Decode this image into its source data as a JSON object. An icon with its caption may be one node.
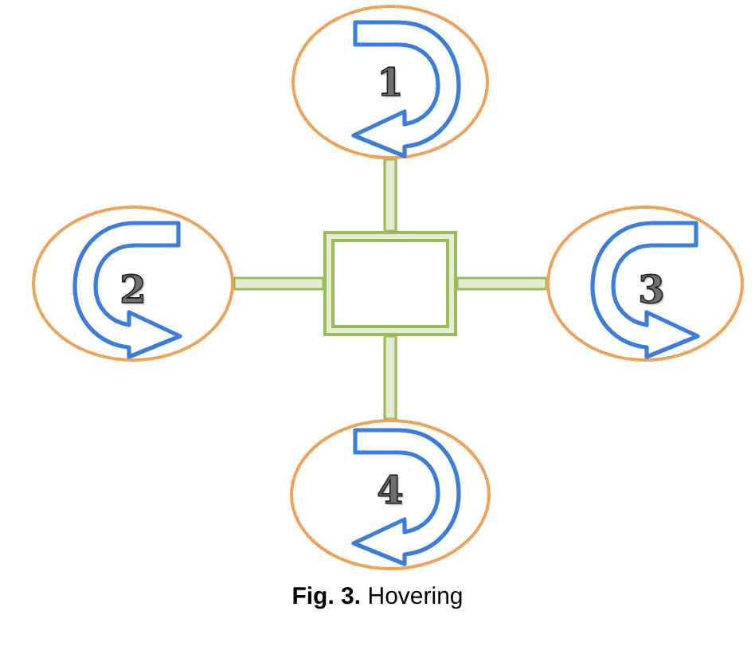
{
  "diagram": {
    "caption": "**Fig. 3.** Hovering",
    "nodes": [
      {
        "text": [
          "1"
        ]
      },
      {
        "text": [
          "2"
        ]
      },
      {
        "text": [],
        "shape": "box"
      },
      {
        "text": [
          "3"
        ]
      },
      {
        "text": [
          "4"
        ]
      }
    ],
    "edges": [
      {
        "from": 2,
        "to": 0,
        "arrow": "none"
      },
      {
        "from": 1,
        "to": 2,
        "arrow": "none"
      },
      {
        "from": 2,
        "to": 3,
        "arrow": "none"
      },
      {
        "from": 2,
        "to": 4,
        "arrow": "none"
      }
    ]
  }
}
